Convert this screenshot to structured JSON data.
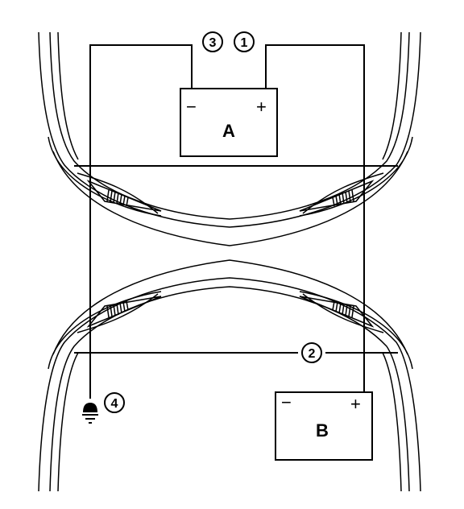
{
  "battery_a": {
    "label": "A",
    "neg": "−",
    "pos": "+"
  },
  "battery_b": {
    "label": "B",
    "neg": "−",
    "pos": "+"
  },
  "callouts": {
    "c1": "1",
    "c2": "2",
    "c3": "3",
    "c4": "4"
  },
  "icons": {
    "ground": "ground-icon"
  }
}
